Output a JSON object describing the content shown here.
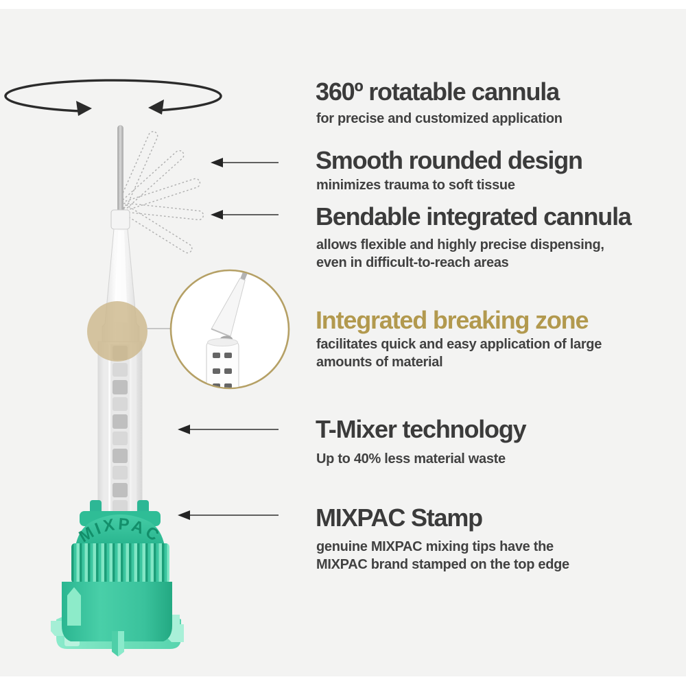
{
  "colors": {
    "background": "#f3f3f2",
    "accent_gold": "#b2994e",
    "cap_green": "#3cc6a0",
    "text_dark": "#3b3b3b",
    "arrow_dark": "#2b2b2b"
  },
  "features": [
    {
      "id": "rotatable",
      "title": "360º rotatable cannula",
      "desc": "for precise and customized application"
    },
    {
      "id": "smooth",
      "title": "Smooth rounded design",
      "desc": "minimizes trauma to soft tissue"
    },
    {
      "id": "bendable",
      "title": "Bendable integrated cannula",
      "desc": "allows flexible and highly precise dispensing,\neven in difficult-to-reach areas"
    },
    {
      "id": "breaking-zone",
      "title": "Integrated breaking zone",
      "desc": "facilitates quick and easy application of large\namounts of material"
    },
    {
      "id": "t-mixer",
      "title": "T-Mixer technology",
      "desc": "Up to 40% less material waste"
    },
    {
      "id": "stamp",
      "title": "MIXPAC Stamp",
      "desc": "genuine MIXPAC mixing tips have the\nMIXPAC brand stamped on the top edge"
    }
  ],
  "illustration": {
    "stamp": "MIXPAC"
  }
}
